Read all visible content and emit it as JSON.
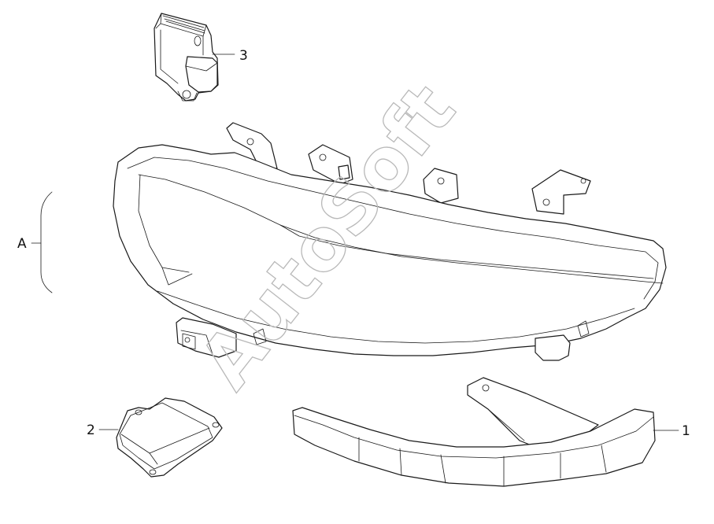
{
  "diagram": {
    "callouts": [
      {
        "id": "1",
        "label": "1"
      },
      {
        "id": "2",
        "label": "2"
      },
      {
        "id": "3",
        "label": "3"
      },
      {
        "id": "A",
        "label": "A"
      }
    ],
    "watermark": "AutoSoft",
    "colors": {
      "line": "#1a1a1a",
      "watermark": "#b9b9b9",
      "background": "#ffffff"
    }
  }
}
